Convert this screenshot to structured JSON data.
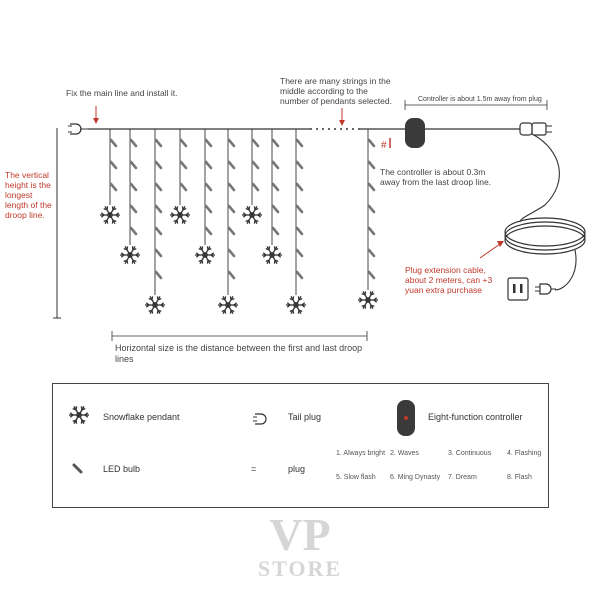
{
  "annotations": {
    "fix_main_line": "Fix the main line and install it.",
    "many_strings": "There are many strings in the middle according to the number of pendants selected.",
    "controller_distance_plug": "Controller is about 1.5m away from plug",
    "vertical_height": "The vertical height is the longest length of the droop line.",
    "controller_distance_droop": "The controller is about 0.3m away from the last droop line.",
    "extension_cable": "Plug extension cable, about 2 meters, can +3 yuan extra purchase",
    "horizontal_size": "Horizontal size is the distance between the first and last droop lines"
  },
  "legend": {
    "snowflake": "Snowflake pendant",
    "tail_plug": "Tail plug",
    "controller": "Eight-function controller",
    "led_bulb": "LED bulb",
    "equals": "=",
    "plug": "plug",
    "functions": [
      "1. Always bright",
      "2. Waves",
      "3. Continuous",
      "4. Flashing",
      "5. Slow flash",
      "6. Ming Dynasty",
      "7. Dream",
      "8. Flash"
    ]
  },
  "watermark": {
    "line1": "VP",
    "line2": "STORE"
  },
  "colors": {
    "line": "#333333",
    "red": "#c0392b",
    "controller": "#3a3a3a"
  }
}
